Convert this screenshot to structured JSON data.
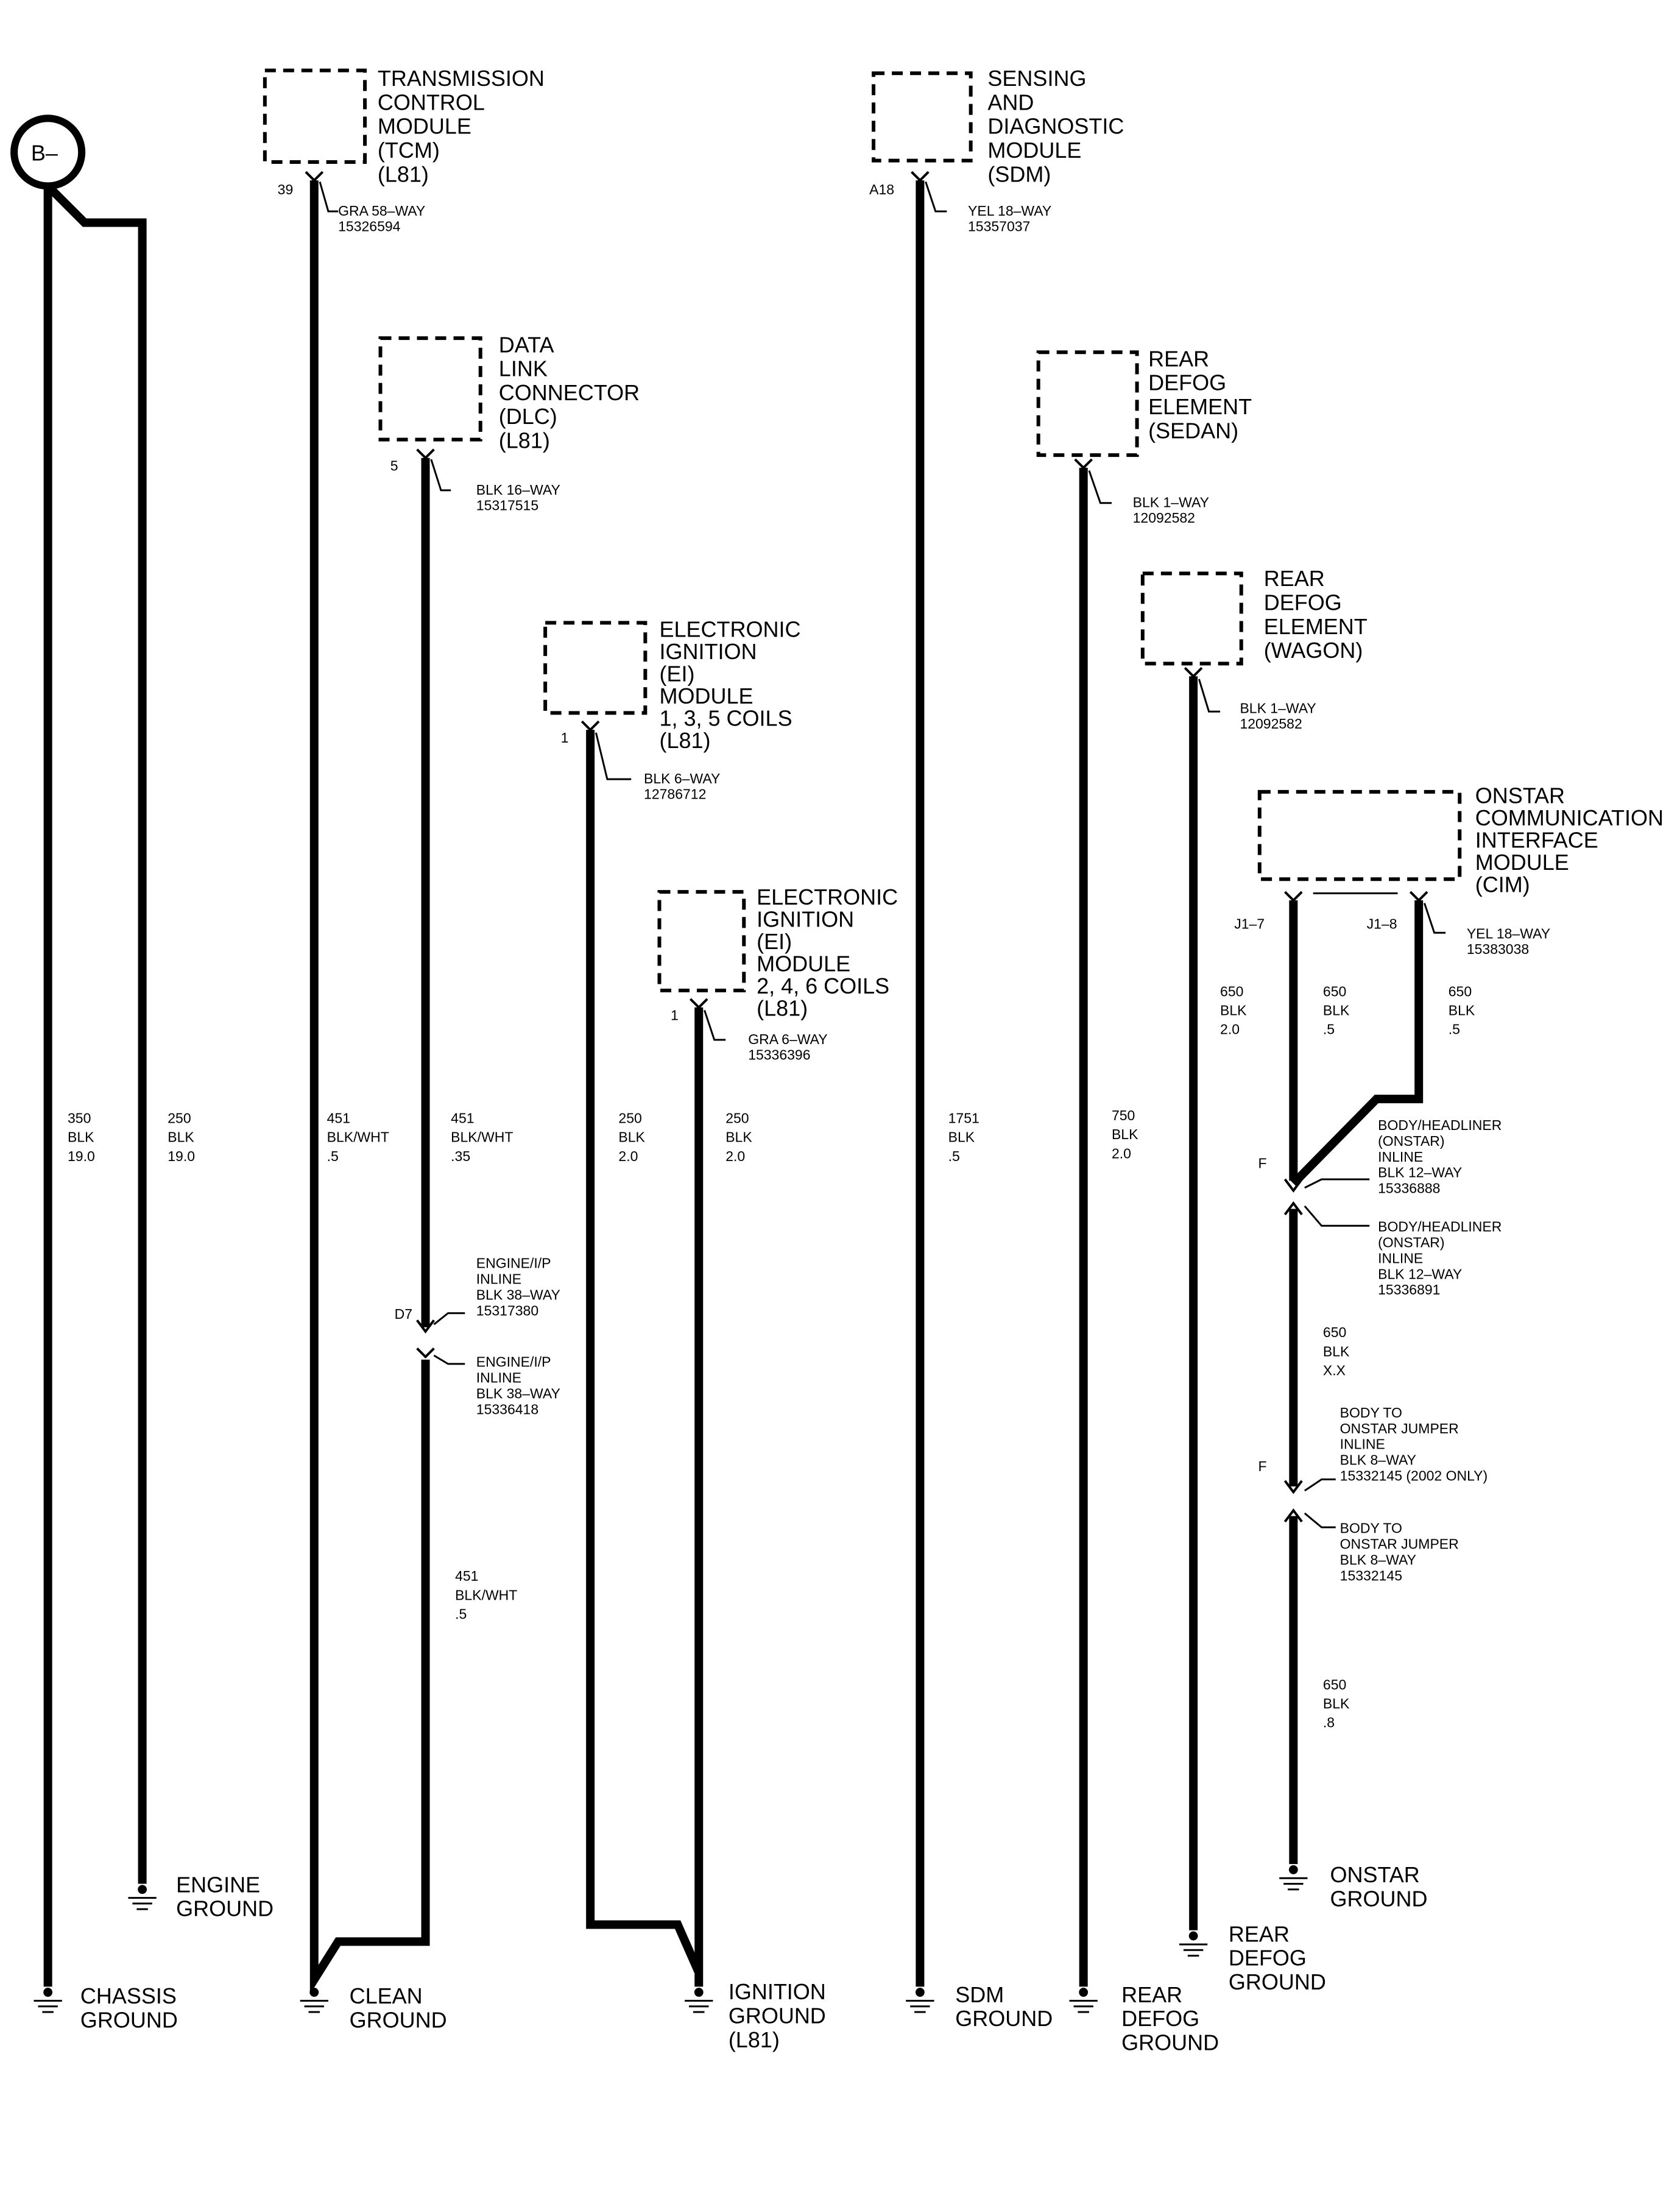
{
  "battery": {
    "label": "B–"
  },
  "components": [
    {
      "id": "tcm",
      "label": [
        "TRANSMISSION",
        "CONTROL",
        "MODULE",
        "(TCM)",
        "(L81)"
      ],
      "pin": "39",
      "connector": [
        "GRA 58–WAY",
        "15326594"
      ]
    },
    {
      "id": "dlc",
      "label": [
        "DATA",
        "LINK",
        "CONNECTOR",
        "(DLC)",
        "(L81)"
      ],
      "pin": "5",
      "connector": [
        "BLK 16–WAY",
        "15317515"
      ]
    },
    {
      "id": "ei135",
      "label": [
        "ELECTRONIC",
        "IGNITION",
        "(EI)",
        "MODULE",
        "1, 3, 5 COILS",
        "(L81)"
      ],
      "pin": "1",
      "connector": [
        "BLK 6–WAY",
        "12786712"
      ]
    },
    {
      "id": "ei246",
      "label": [
        "ELECTRONIC",
        "IGNITION",
        "(EI)",
        "MODULE",
        "2, 4, 6 COILS",
        "(L81)"
      ],
      "pin": "1",
      "connector": [
        "GRA 6–WAY",
        "15336396"
      ]
    },
    {
      "id": "sdm",
      "label": [
        "SENSING",
        "AND",
        "DIAGNOSTIC",
        "MODULE",
        "(SDM)"
      ],
      "pin": "A18",
      "connector": [
        "YEL 18–WAY",
        "15357037"
      ]
    },
    {
      "id": "defog_sedan",
      "label": [
        "REAR",
        "DEFOG",
        "ELEMENT",
        "(SEDAN)"
      ],
      "pin": "",
      "connector": [
        "BLK 1–WAY",
        "12092582"
      ]
    },
    {
      "id": "defog_wagon",
      "label": [
        "REAR",
        "DEFOG",
        "ELEMENT",
        "(WAGON)"
      ],
      "pin": "",
      "connector": [
        "BLK 1–WAY",
        "12092582"
      ]
    },
    {
      "id": "cim",
      "label": [
        "ONSTAR",
        "COMMUNICATION",
        "INTERFACE",
        "MODULE",
        "(CIM)"
      ],
      "pins": [
        "J1–7",
        "J1–8"
      ],
      "connector": [
        "YEL 18–WAY",
        "15383038"
      ]
    }
  ],
  "wires": [
    {
      "id": "w350",
      "circuit": "350",
      "color": "BLK",
      "size": "19.0"
    },
    {
      "id": "w250a",
      "circuit": "250",
      "color": "BLK",
      "size": "19.0"
    },
    {
      "id": "w451a",
      "circuit": "451",
      "color": "BLK/WHT",
      "size": ".5"
    },
    {
      "id": "w451b",
      "circuit": "451",
      "color": "BLK/WHT",
      "size": ".35"
    },
    {
      "id": "w451c",
      "circuit": "451",
      "color": "BLK/WHT",
      "size": ".5"
    },
    {
      "id": "w250b",
      "circuit": "250",
      "color": "BLK",
      "size": "2.0"
    },
    {
      "id": "w250c",
      "circuit": "250",
      "color": "BLK",
      "size": "2.0"
    },
    {
      "id": "w1751",
      "circuit": "1751",
      "color": "BLK",
      "size": ".5"
    },
    {
      "id": "w750",
      "circuit": "750",
      "color": "BLK",
      "size": "2.0"
    },
    {
      "id": "w650a",
      "circuit": "650",
      "color": "BLK",
      "size": "2.0"
    },
    {
      "id": "w650b",
      "circuit": "650",
      "color": "BLK",
      "size": ".5"
    },
    {
      "id": "w650c",
      "circuit": "650",
      "color": "BLK",
      "size": ".5"
    },
    {
      "id": "w650d",
      "circuit": "650",
      "color": "BLK",
      "size": "X.X"
    },
    {
      "id": "w650e",
      "circuit": "650",
      "color": "BLK",
      "size": ".8"
    }
  ],
  "inline_connectors": [
    {
      "id": "eng_ip_1",
      "pin": "D7",
      "text": [
        "ENGINE/I/P",
        "INLINE",
        "BLK 38–WAY",
        "15317380"
      ]
    },
    {
      "id": "eng_ip_2",
      "pin": "",
      "text": [
        "ENGINE/I/P",
        "INLINE",
        "BLK 38–WAY",
        "15336418"
      ]
    },
    {
      "id": "body_hl_1",
      "pin": "F",
      "text": [
        "BODY/HEADLINER",
        "(ONSTAR)",
        "INLINE",
        "BLK 12–WAY",
        "15336888"
      ]
    },
    {
      "id": "body_hl_2",
      "pin": "",
      "text": [
        "BODY/HEADLINER",
        "(ONSTAR)",
        "INLINE",
        "BLK 12–WAY",
        "15336891"
      ]
    },
    {
      "id": "jumper_1",
      "pin": "F",
      "text": [
        "BODY TO",
        "ONSTAR JUMPER",
        "INLINE",
        "BLK 8–WAY",
        "15332145 (2002 ONLY)"
      ]
    },
    {
      "id": "jumper_2",
      "pin": "",
      "text": [
        "BODY TO",
        "ONSTAR JUMPER",
        "BLK 8–WAY",
        "15332145"
      ]
    }
  ],
  "grounds": [
    {
      "id": "chassis",
      "label": [
        "CHASSIS",
        "GROUND"
      ]
    },
    {
      "id": "engine",
      "label": [
        "ENGINE",
        "GROUND"
      ]
    },
    {
      "id": "clean",
      "label": [
        "CLEAN",
        "GROUND"
      ]
    },
    {
      "id": "ignition",
      "label": [
        "IGNITION",
        "GROUND",
        "(L81)"
      ]
    },
    {
      "id": "sdm",
      "label": [
        "SDM",
        "GROUND"
      ]
    },
    {
      "id": "rear_defog_1",
      "label": [
        "REAR",
        "DEFOG",
        "GROUND"
      ]
    },
    {
      "id": "rear_defog_2",
      "label": [
        "REAR",
        "DEFOG",
        "GROUND"
      ]
    },
    {
      "id": "onstar",
      "label": [
        "ONSTAR",
        "GROUND"
      ]
    }
  ]
}
